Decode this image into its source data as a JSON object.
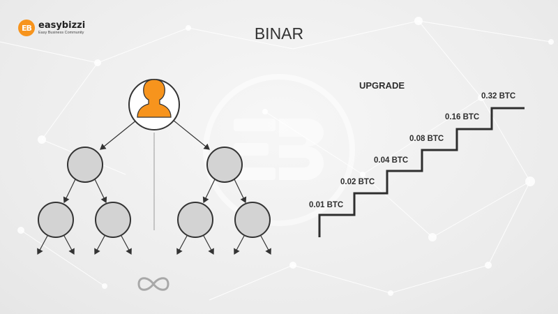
{
  "brand": {
    "name": "easybizzi",
    "tagline": "Easy Business Community",
    "mark": "EB"
  },
  "title": "BINAR",
  "upgrade": {
    "heading": "UPGRADE",
    "steps": [
      "0.01 BTC",
      "0.02 BTC",
      "0.04 BTC",
      "0.08 BTC",
      "0.16 BTC",
      "0.32 BTC"
    ]
  },
  "tree": {
    "root_icon": "user-icon",
    "infinity_icon": "infinity-icon",
    "colors": {
      "accent": "#f7941d",
      "node_fill": "#d3d3d3",
      "stroke": "#333333",
      "ink": "#2e2e2e"
    }
  }
}
